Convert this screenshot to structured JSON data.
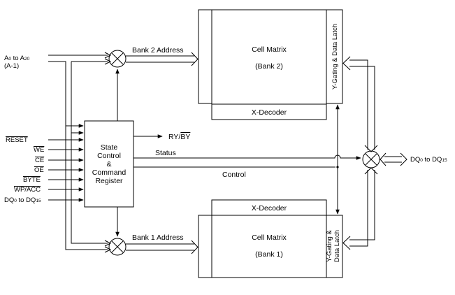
{
  "inputs": {
    "address_main": "A",
    "address_sub0": "0",
    "address_to": " to A",
    "address_sub20": "20",
    "address_alt": "(A-1)",
    "reset": "RESET",
    "we": "WE",
    "ce": "CE",
    "oe": "OE",
    "byte": "BYTE",
    "wp_acc": "WP/ACC",
    "dq_main": "DQ",
    "dq_sub0": "0",
    "dq_to": " to DQ",
    "dq_sub15": "15"
  },
  "state_control": {
    "line1": "State",
    "line2": "Control",
    "line3": "&",
    "line4": "Command",
    "line5": "Register"
  },
  "ry_by": {
    "ry": "RY/",
    "by": "BY"
  },
  "status_label": "Status",
  "control_label": "Control",
  "bank2": {
    "address_label": "Bank 2 Address",
    "matrix_title": "Cell Matrix",
    "matrix_sub": "(Bank 2)",
    "decoder": "X-Decoder",
    "latch": "Y-Gating & Data Latch"
  },
  "bank1": {
    "address_label": "Bank 1 Address",
    "matrix_title": "Cell Matrix",
    "matrix_sub": "(Bank 1)",
    "decoder": "X-Decoder",
    "latch_line1": "Y-Gating &",
    "latch_line2": "Data Latch"
  },
  "output": {
    "dq_main": "DQ",
    "dq_sub0": "0",
    "dq_to": " to DQ",
    "dq_sub15": "15"
  }
}
